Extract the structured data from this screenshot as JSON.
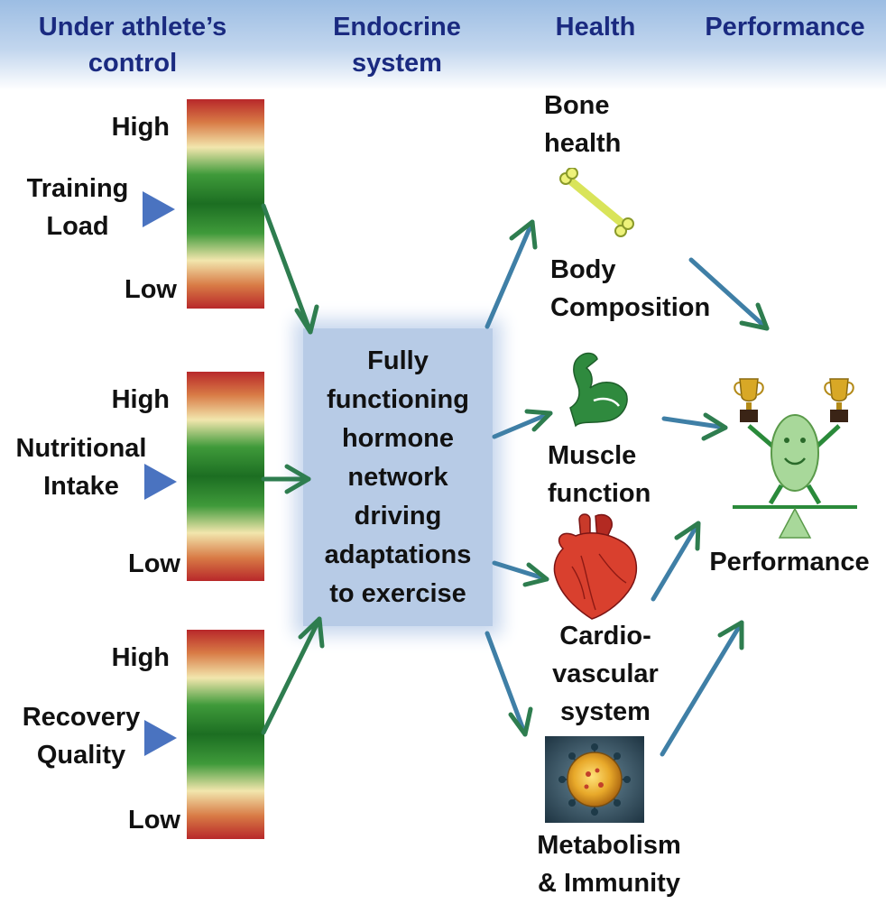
{
  "header": {
    "col1": "Under athlete’s\ncontrol",
    "col2": "Endocrine\nsystem",
    "col3": "Health",
    "col4": "Performance"
  },
  "levels": {
    "high": "High",
    "low": "Low"
  },
  "inputs": [
    {
      "label": "Training\nLoad"
    },
    {
      "label": "Nutritional\nIntake"
    },
    {
      "label": "Recovery\nQuality"
    }
  ],
  "center": {
    "text": "Fully\nfunctioning\nhormone\nnetwork\ndriving\nadaptations\nto exercise"
  },
  "health": {
    "bone": "Bone\nhealth",
    "body": "Body\nComposition",
    "muscle": "Muscle\nfunction",
    "cardio": "Cardio-\nvascular\nsystem",
    "metab": "Metabolism\n& Immunity"
  },
  "performance": {
    "label": "Performance"
  },
  "colors": {
    "header_text": "#1a2a80",
    "arrow_green": "#2e7d4f",
    "arrow_blue": "#3f7fa6",
    "pointer": "#4a73c0",
    "center_box": "#b7cbe6"
  }
}
